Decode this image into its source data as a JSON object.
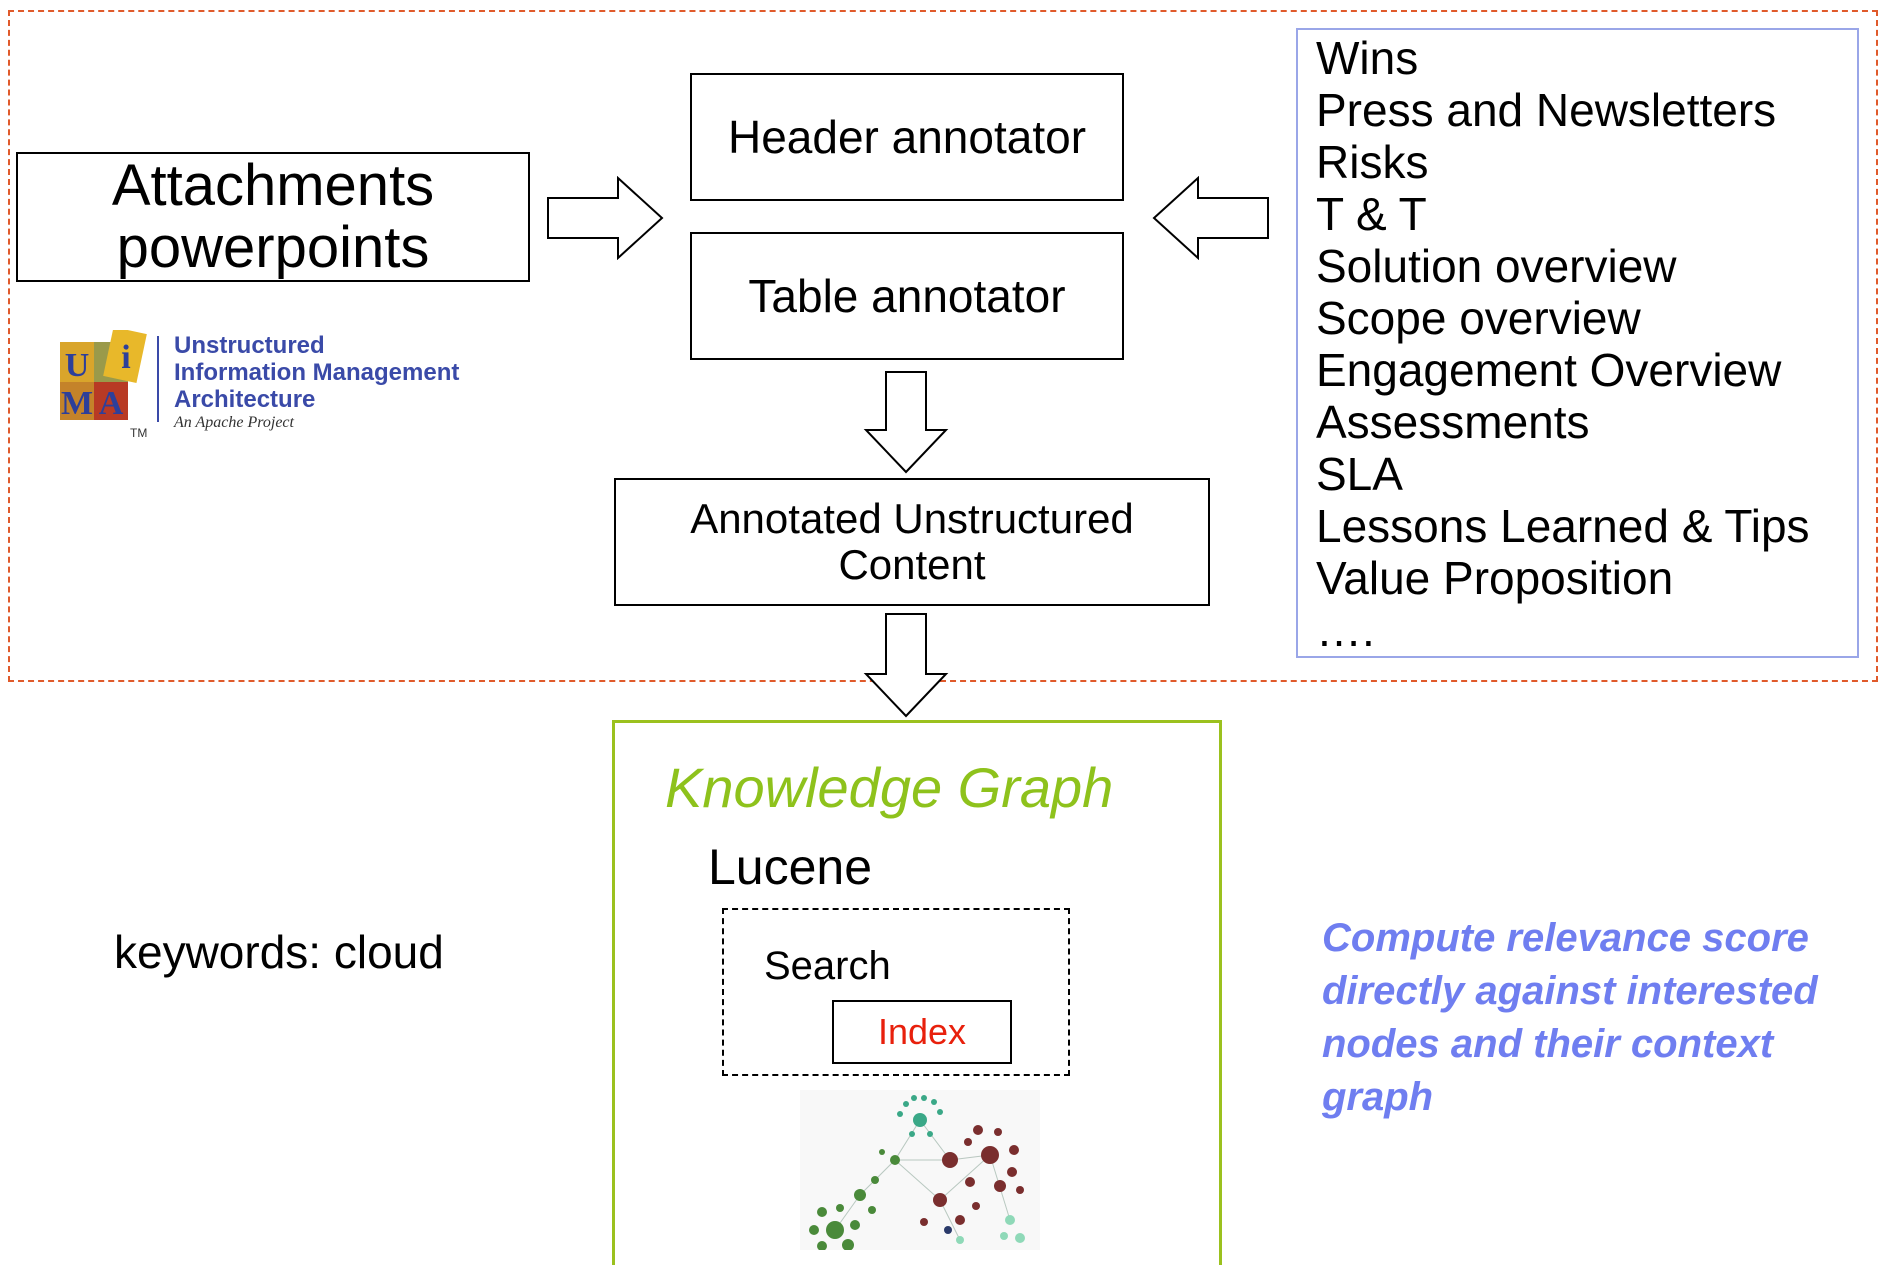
{
  "boxes": {
    "attachments": [
      "Attachments",
      "powerpoints"
    ],
    "header_annotator": "Header annotator",
    "table_annotator": "Table annotator",
    "annotated_content": [
      "Annotated Unstructured",
      "Content"
    ]
  },
  "section_list": [
    "Wins",
    "Press and Newsletters",
    "Risks",
    "T & T",
    "Solution overview",
    "Scope overview",
    "Engagement Overview",
    "Assessments",
    "SLA",
    "Lessons Learned & Tips",
    "Value Proposition",
    "…."
  ],
  "uima_logo": {
    "lines": [
      "Unstructured",
      "Information Management",
      "Architecture"
    ],
    "subtitle": "An Apache Project",
    "tm": "TM",
    "letters": [
      "U",
      "i",
      "M",
      "A"
    ]
  },
  "knowledge_graph": {
    "title": "Knowledge Graph",
    "lucene": "Lucene",
    "search": "Search",
    "index": "Index"
  },
  "keywords": "keywords: cloud",
  "compute_note": "Compute relevance score directly against interested nodes and their context graph",
  "colors": {
    "region_border": "#e05a2b",
    "list_border": "#9aa6e8",
    "kg_border": "#9bc11e",
    "kg_title": "#8ec21c",
    "index_text": "#e8200c",
    "note_text": "#6f7ef0"
  }
}
